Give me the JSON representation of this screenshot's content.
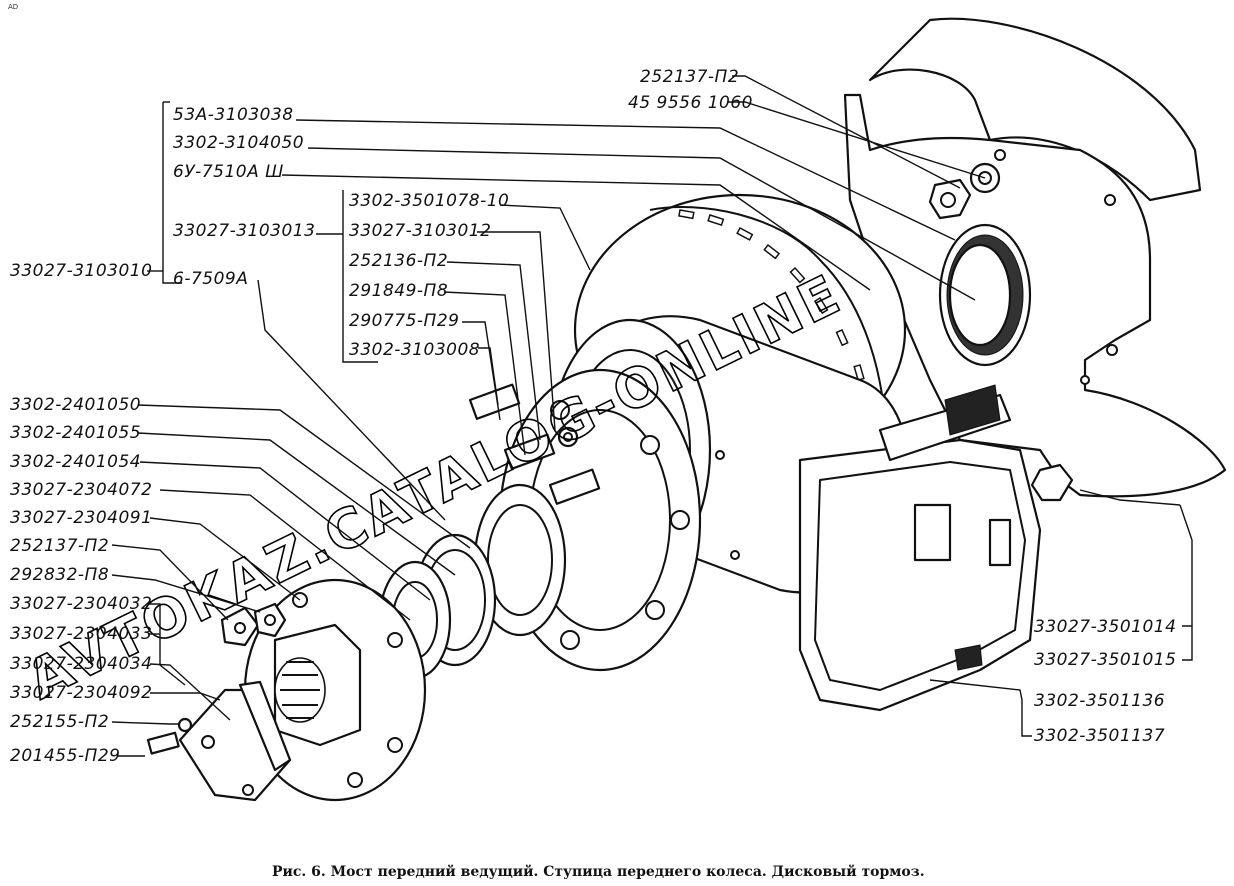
{
  "corner_mark": "AD",
  "caption": "Рис. 6. Мост передний ведущий. Ступица переднего колеса. Дисковый тормоз.",
  "watermark": "AVTOKAZ.CATALOG-ONLINE",
  "labels": {
    "l01": "252137-П2",
    "l02": "45 9556 1060",
    "l03": "53А-3103038",
    "l04": "3302-3104050",
    "l05": "6У-7510А Ш",
    "l06": "3302-3501078-10",
    "l07": "33027-3103013",
    "l08": "33027-3103012",
    "l09": "252136-П2",
    "l10": "33027-3103010",
    "l11": "6-7509А",
    "l12": "291849-П8",
    "l13": "290775-П29",
    "l14": "3302-3103008",
    "l15": "3302-2401050",
    "l16": "3302-2401055",
    "l17": "3302-2401054",
    "l18": "33027-2304072",
    "l19": "33027-2304091",
    "l20": "252137-П2",
    "l21": "292832-П8",
    "l22": "33027-2304032",
    "l23": "33027-2304033",
    "l24": "33027-2304034",
    "l25": "33027-2304092",
    "l26": "252155-П2",
    "l27": "201455-П29",
    "l28": "33027-3501014",
    "l29": "33027-3501015",
    "l30": "3302-3501136",
    "l31": "3302-3501137"
  }
}
